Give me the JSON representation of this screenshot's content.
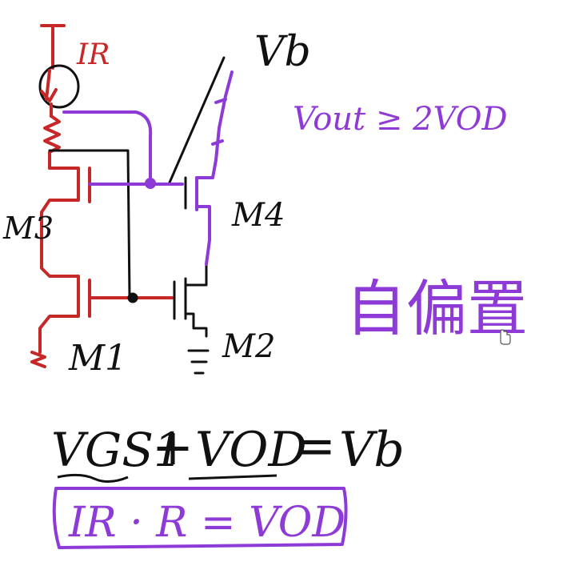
{
  "colors": {
    "red": "#c62828",
    "purple": "#8e3ad6",
    "black": "#111111",
    "background": "#ffffff"
  },
  "labels": {
    "current_ir": "IR",
    "vb_top": "Vb",
    "vout_condition": "Vout ≥ 2VOD",
    "m3": "M3",
    "m4": "M4",
    "m1": "M1",
    "m2": "M2",
    "self_bias": "自偏置"
  },
  "equations": {
    "eq1_left": "VGS1",
    "eq1_plus": "+",
    "eq1_mid": "VOD",
    "eq1_eq": "=",
    "eq1_right": "Vb",
    "eq2": "IR · R = VOD"
  },
  "icons": {
    "cursor": "hand-cursor-icon",
    "current_source": "current-source-icon",
    "resistor": "resistor-icon",
    "ground": "ground-icon"
  }
}
